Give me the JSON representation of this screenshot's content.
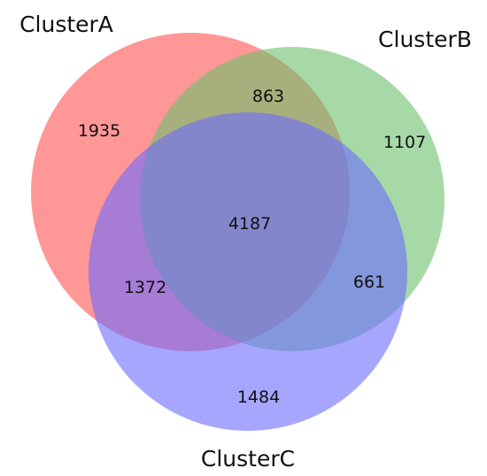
{
  "diagram": {
    "type": "venn3",
    "sets": [
      {
        "id": "A",
        "label": "ClusterA",
        "color": "#ff6b6b"
      },
      {
        "id": "B",
        "label": "ClusterB",
        "color": "#6cbf6c"
      },
      {
        "id": "C",
        "label": "ClusterC",
        "color": "#6b6bff"
      }
    ],
    "regions": {
      "A_only": "1935",
      "B_only": "1107",
      "C_only": "1484",
      "AB_only": "863",
      "AC_only": "1372",
      "BC_only": "661",
      "ABC": "4187"
    }
  }
}
